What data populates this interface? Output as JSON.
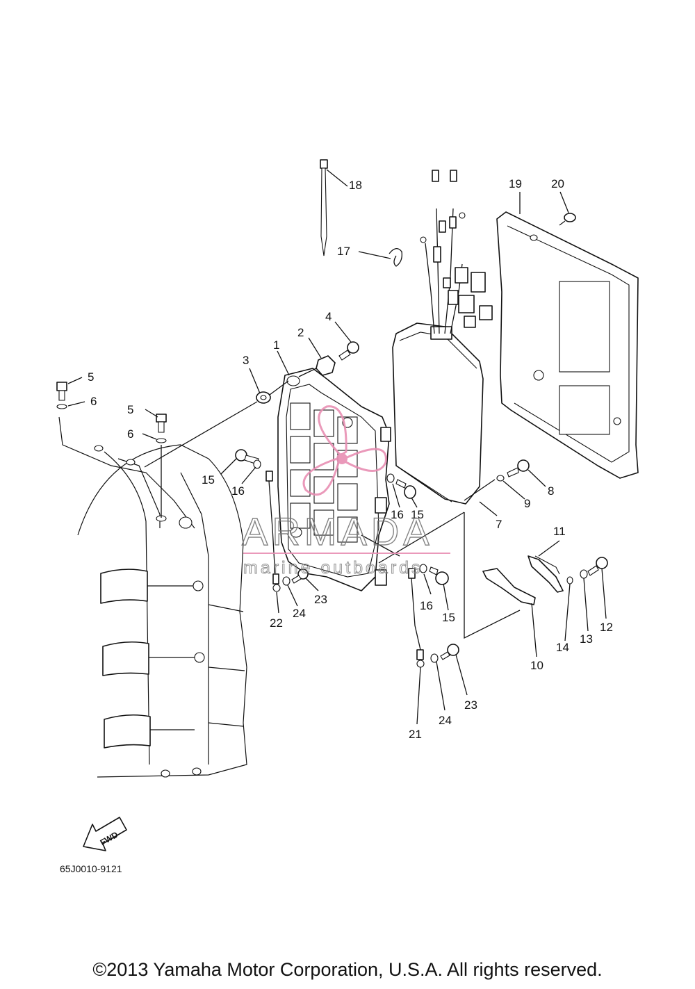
{
  "diagram_code": "65J0010-9121",
  "fwd_arrow_label": "FWD",
  "copyright": "©2013 Yamaha Motor Corporation, U.S.A. All rights reserved.",
  "watermark": {
    "brand": "ARMADA",
    "tagline": "marine outboards",
    "color": "#e88fb3"
  },
  "callouts": {
    "c1": "1",
    "c2": "2",
    "c3": "3",
    "c4": "4",
    "c5a": "5",
    "c5b": "5",
    "c6a": "6",
    "c6b": "6",
    "c7": "7",
    "c8": "8",
    "c9": "9",
    "c10": "10",
    "c11": "11",
    "c12": "12",
    "c13": "13",
    "c14": "14",
    "c15a": "15",
    "c15b": "15",
    "c15c": "15",
    "c16a": "16",
    "c16b": "16",
    "c16c": "16",
    "c17": "17",
    "c18": "18",
    "c19": "19",
    "c20": "20",
    "c21": "21",
    "c22": "22",
    "c23a": "23",
    "c23b": "23",
    "c24a": "24",
    "c24b": "24"
  }
}
